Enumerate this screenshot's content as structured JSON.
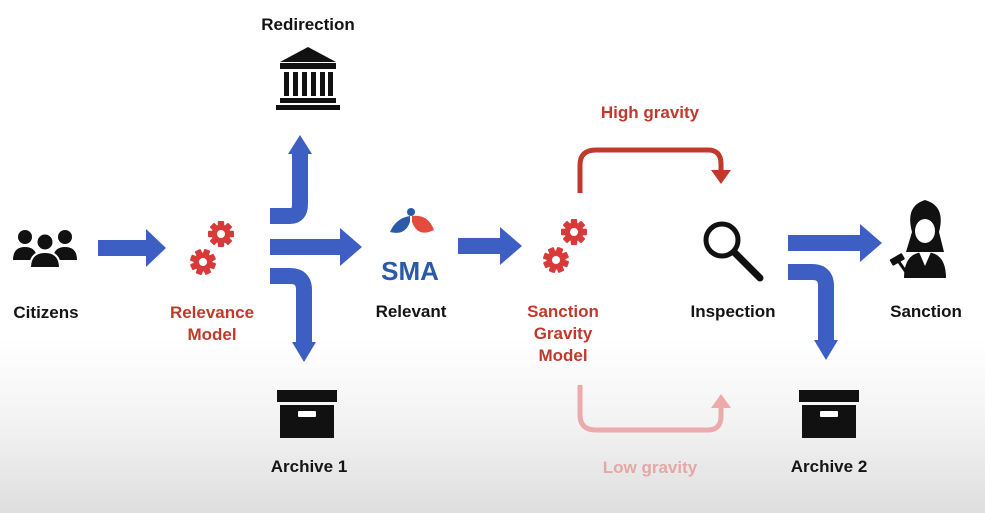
{
  "colors": {
    "arrow_blue": "#3d5fc4",
    "gear_red": "#d83a3a",
    "high_gravity_red": "#c0392b",
    "low_gravity_pink": "#ecaaaa",
    "icon_black": "#111111",
    "sma_blue": "#2a5aa8"
  },
  "labels": {
    "redirection": "Redirection",
    "citizens": "Citizens",
    "relevance_model": [
      "Relevance",
      "Model"
    ],
    "relevant": "Relevant",
    "sanction_gravity_model": [
      "Sanction",
      "Gravity",
      "Model"
    ],
    "inspection": "Inspection",
    "sanction": "Sanction",
    "archive_1": "Archive 1",
    "archive_2": "Archive 2",
    "high_gravity": "High gravity",
    "low_gravity": "Low gravity",
    "sma_logo_text": "SMA"
  },
  "icons": {
    "citizens": "people-group-icon",
    "relevance_model": "gears-icon",
    "redirection": "courthouse-icon",
    "archive": "archive-box-icon",
    "sma": "sma-logo",
    "sanction_gravity_model": "gears-icon",
    "inspection": "magnifier-icon",
    "sanction": "judge-icon"
  }
}
